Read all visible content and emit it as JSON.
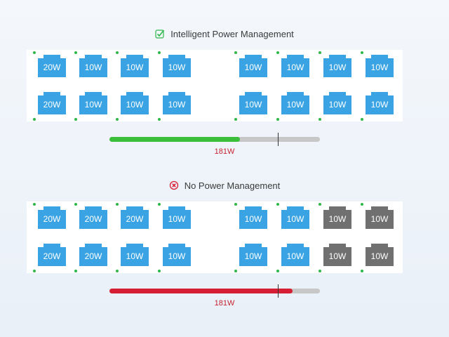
{
  "colors": {
    "port_active": "#3aa3e3",
    "port_inactive": "#707070",
    "bar_good": "#3bbf3b",
    "bar_bad": "#d61f35",
    "bar_track": "#c7c7c7",
    "indicator": "#2fb84a",
    "value_text": "#c4222f"
  },
  "sections": [
    {
      "title": "Intelligent Power Management",
      "status_icon": "check-icon",
      "ports": {
        "left_top": [
          "20W",
          "10W",
          "10W",
          "10W"
        ],
        "left_bottom": [
          "20W",
          "10W",
          "10W",
          "10W"
        ],
        "right_top": [
          "10W",
          "10W",
          "10W",
          "10W"
        ],
        "right_bottom": [
          "10W",
          "10W",
          "10W",
          "10W"
        ],
        "inactive_right_columns": []
      },
      "power_bar": {
        "fill_fraction": 0.62,
        "marker_fraction": 0.8,
        "value": "181W"
      }
    },
    {
      "title": "No Power Management",
      "status_icon": "cross-icon",
      "ports": {
        "left_top": [
          "20W",
          "20W",
          "20W",
          "10W"
        ],
        "left_bottom": [
          "20W",
          "20W",
          "10W",
          "10W"
        ],
        "right_top": [
          "10W",
          "10W",
          "10W",
          "10W"
        ],
        "right_bottom": [
          "10W",
          "10W",
          "10W",
          "10W"
        ],
        "inactive_right_columns": [
          2,
          3
        ]
      },
      "power_bar": {
        "fill_fraction": 0.87,
        "marker_fraction": 0.8,
        "value": "181W"
      }
    }
  ]
}
